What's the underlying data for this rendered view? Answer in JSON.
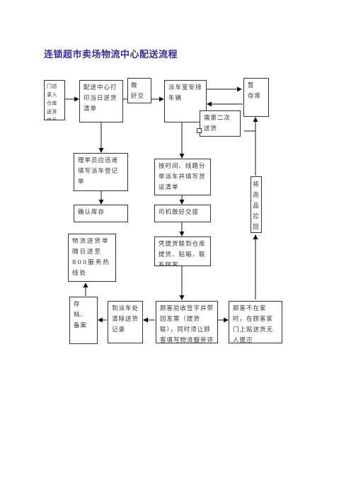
{
  "title": "连锁超市卖场物流中心配送流程",
  "boxes": {
    "store_entry": "门店录入仓库送货信息",
    "print_list": "配送中心打印当日送货清单",
    "handover": "做　好交接",
    "dispatch_vehicle": "派车室安排车辆",
    "temp_storage": "暂　存库",
    "second_delivery": "需第二次送货",
    "register_dispatch": "理单员应迅速填写派车登记单",
    "route_split": "按时间、线路分单派车并填写货运清单",
    "return_goods": "将商品拉回",
    "confirm_stock": "确认库存",
    "driver_handover": "司机做好交接",
    "service_call": "物流送货单隔日送至800服务热线处",
    "pickup": "凭提货联到仓库提货、贴箱，联系顾客",
    "archive": "存档、备案",
    "clear_record": "到派车处清除送货记录",
    "customer_sign": "顾客验收签字并带回发票（提货联），同时须让顾客填写物流服务评价",
    "customer_absent": "顾客不在家时，在顾客家门上贴送货无人提示"
  }
}
